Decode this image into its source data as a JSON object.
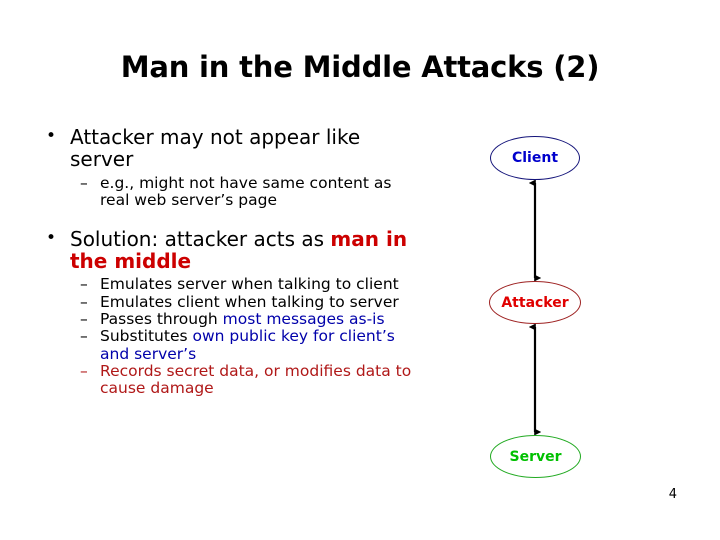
{
  "slide": {
    "title": "Man in the Middle Attacks (2)",
    "page_number": "4"
  },
  "bullets": {
    "b1_marker": "•",
    "b1_text": "Attacker may not appear like server",
    "b1s1_marker": "–",
    "b1s1_text": "e.g., might not have same content as real web server’s page",
    "b2_marker": "•",
    "b2_text_plain": "Solution: attacker acts as ",
    "b2_text_emph": "man in the middle",
    "b2s1_marker": "–",
    "b2s1_text": "Emulates server when talking to client",
    "b2s2_marker": "–",
    "b2s2_text": "Emulates client when talking to server",
    "b2s3_marker": "–",
    "b2s3_text_black": "Passes through ",
    "b2s3_text_blue": "most messages as-is",
    "b2s4_marker": "–",
    "b2s4_text_black": "Substitutes ",
    "b2s4_text_blue": "own public key for client’s and server’s",
    "b2s5_marker": "–",
    "b2s5_text": "Records secret data, or modifies data to cause damage"
  },
  "diagram": {
    "node_client": "Client",
    "node_attacker": "Attacker",
    "node_server": "Server",
    "edge_client_attacker": "bidirectional-arrow",
    "edge_attacker_server": "bidirectional-arrow"
  },
  "colors": {
    "emphasis_red": "#CC0000",
    "link_blue": "#0000AA",
    "warning_darkred": "#B01818",
    "client_blue": "#0000CC",
    "attacker_red": "#E00000",
    "server_green": "#00C000"
  }
}
